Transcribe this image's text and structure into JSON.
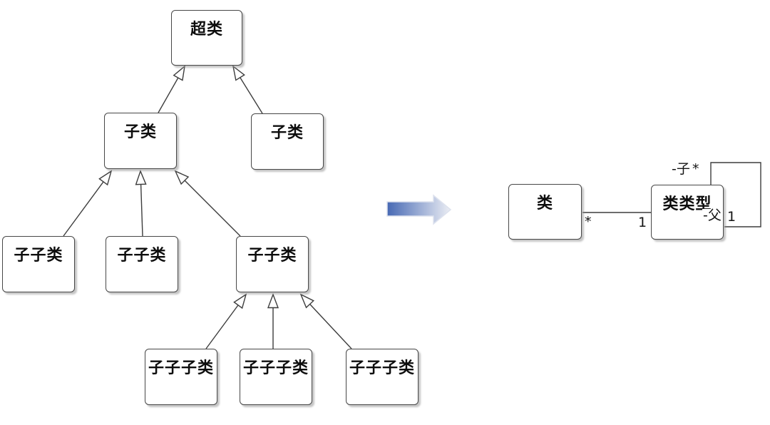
{
  "diagram": {
    "left_tree": {
      "superclass": "超类",
      "subclass_left": "子类",
      "subclass_right": "子类",
      "subsub_1": "子子类",
      "subsub_2": "子子类",
      "subsub_3": "子子类",
      "subsubsub_1": "子子子类",
      "subsubsub_2": "子子子类",
      "subsubsub_3": "子子子类",
      "edge_type": "generalization (hollow triangle arrow pointing to parent)"
    },
    "right_model": {
      "class_node": "类",
      "classtype_node": "类类型",
      "assoc_class_multiplicity": "*",
      "assoc_classtype_multiplicity": "1",
      "self_child_role": "-子",
      "self_child_multiplicity": "*",
      "self_parent_role": "-父",
      "self_parent_multiplicity": "1"
    },
    "colors": {
      "background": "#ffffff",
      "box_fill": "#ffffff",
      "box_border": "#474747",
      "connector": "#3d3d3d",
      "transform_arrow_start": "#4769b4",
      "transform_arrow_end": "#eceef4"
    }
  }
}
